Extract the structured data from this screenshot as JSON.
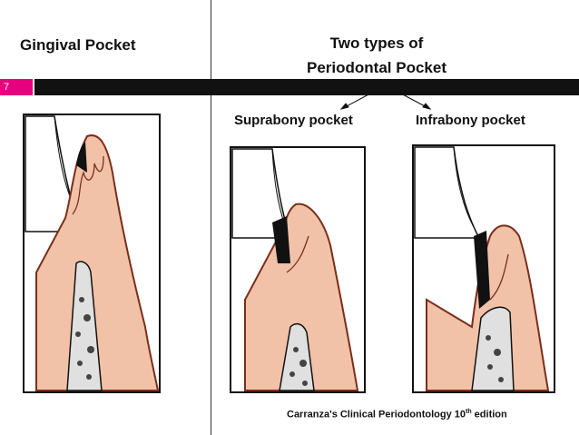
{
  "slide": {
    "page_number": "7",
    "left_title": "Gingival Pocket",
    "right_title_line1": "Two types of",
    "right_title_line2": "Periodontal Pocket",
    "label_suprabony": "Suprabony pocket",
    "label_infrabony": "Infrabony pocket",
    "caption_main": "Carranza's Clinical Periodontology 10",
    "caption_sup": "th",
    "caption_end": " edition"
  },
  "colors": {
    "accent_pink": "#e6007e",
    "bar_black": "#111111",
    "gingiva": "#f2c2a8",
    "gingiva_outline": "#7a2e1a",
    "tooth": "#ffffff",
    "calculus": "#111111",
    "bone": "#d9d9d9"
  }
}
